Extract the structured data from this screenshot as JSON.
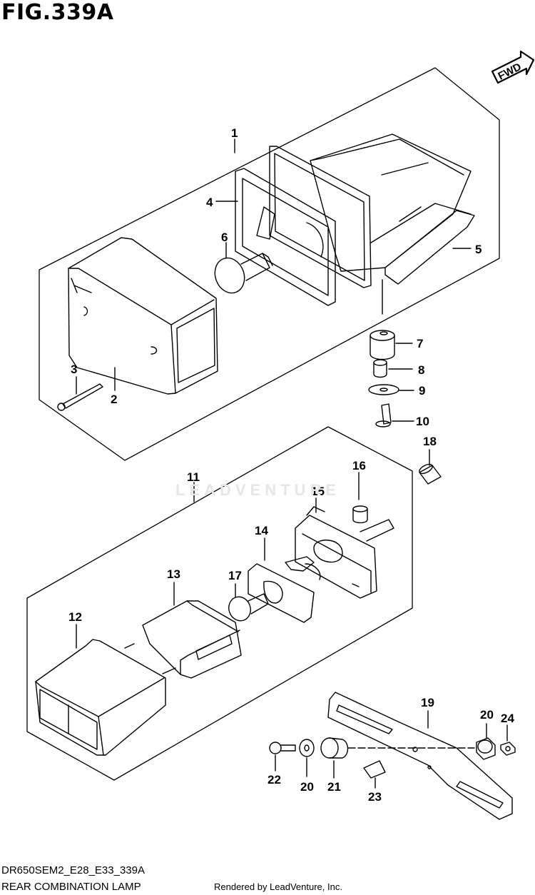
{
  "figure": {
    "title": "FIG.339A",
    "model_code": "DR650SEM2_E28_E33_339A",
    "caption": "REAR COMBINATION LAMP",
    "credit": "Rendered by LeadVenture, Inc.",
    "watermark": "LEADVENTURE",
    "direction_label": "FWD"
  },
  "callouts": {
    "c1": "1",
    "c2": "2",
    "c3": "3",
    "c4": "4",
    "c5": "5",
    "c6": "6",
    "c7": "7",
    "c8": "8",
    "c9": "9",
    "c10": "10",
    "c11": "11",
    "c12": "12",
    "c13": "13",
    "c14": "14",
    "c15": "15",
    "c16": "16",
    "c17": "17",
    "c18": "18",
    "c19": "19",
    "c20a": "20",
    "c20b": "20",
    "c21": "21",
    "c22": "22",
    "c23": "23",
    "c24": "24"
  }
}
